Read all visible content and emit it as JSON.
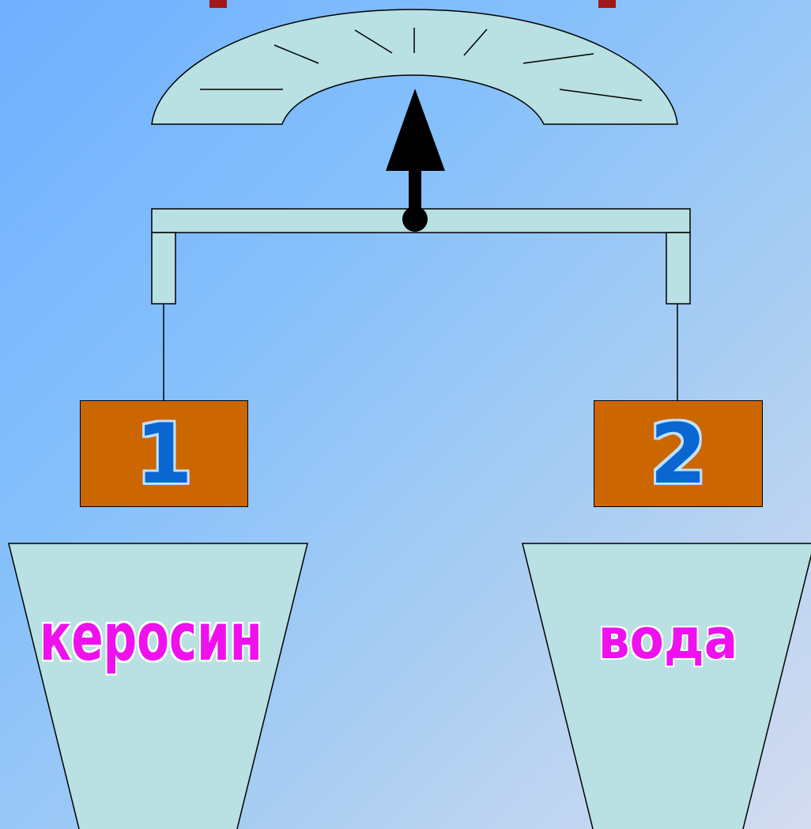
{
  "blocks": [
    {
      "id": "1",
      "label": "1"
    },
    {
      "id": "2",
      "label": "2"
    }
  ],
  "vessels": [
    {
      "label": "керосин"
    },
    {
      "label": "вода"
    }
  ],
  "colors": {
    "background_start": "#6fb0ff",
    "background_end": "#d4dcf0",
    "scale_fill": "#b9e0e3",
    "block_fill": "#cc6600",
    "number_fill": "#0a66d0",
    "label_fill": "#ee11ee",
    "title_fill": "#a01818"
  }
}
